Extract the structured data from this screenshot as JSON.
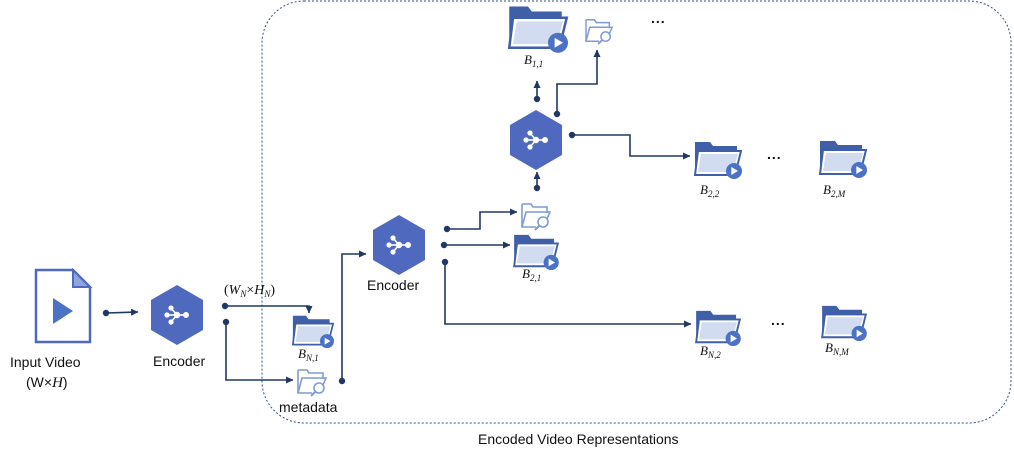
{
  "input": {
    "label_line1": "Input Video",
    "label_line2_prefix": "(W×",
    "label_line2_var": "H",
    "label_line2_suffix": ")"
  },
  "encoders": [
    {
      "label": "Encoder",
      "icon": "encoder-hexagon-icon"
    },
    {
      "label": "Encoder",
      "icon": "encoder-hexagon-icon"
    },
    {
      "label": "",
      "icon": "encoder-hexagon-icon"
    }
  ],
  "resolution": {
    "open": "(",
    "w": "W",
    "w_sub": "N",
    "times": "×",
    "h": "H",
    "h_sub": "N",
    "close": ")"
  },
  "metadata_label": "metadata",
  "group_label": "Encoded Video Representations",
  "bitstreams": [
    {
      "name": "B",
      "sub": "N,1"
    },
    {
      "name": "B",
      "sub": "1,1"
    },
    {
      "name": "B",
      "sub": "2,1"
    },
    {
      "name": "B",
      "sub": "2,2"
    },
    {
      "name": "B",
      "sub": "2,M"
    },
    {
      "name": "B",
      "sub": "N,2"
    },
    {
      "name": "B",
      "sub": "N,M"
    }
  ],
  "ellipsis": "...",
  "colors": {
    "hexagon": "#4f69bf",
    "folder_dark": "#3f5fa8",
    "folder_light": "#7f9bd6",
    "arrow": "#1f3864",
    "play": "#4b72c4",
    "border": "#2f4f8f"
  }
}
